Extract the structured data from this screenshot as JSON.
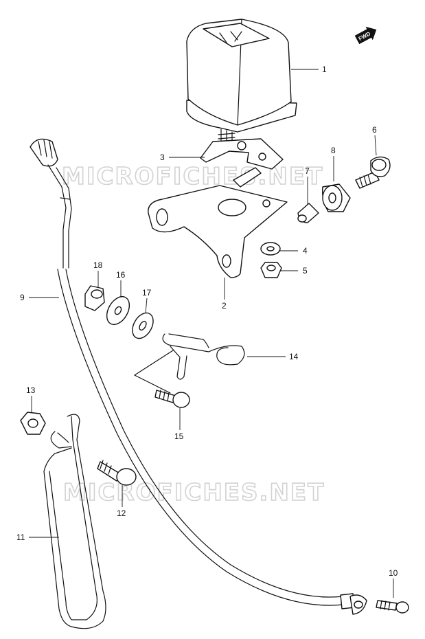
{
  "watermark": "MICROFICHES.NET",
  "direction_label": "FWD",
  "callouts": [
    {
      "id": "1",
      "label": "1"
    },
    {
      "id": "2",
      "label": "2"
    },
    {
      "id": "3",
      "label": "3"
    },
    {
      "id": "4",
      "label": "4"
    },
    {
      "id": "5",
      "label": "5"
    },
    {
      "id": "6",
      "label": "6"
    },
    {
      "id": "7",
      "label": "7"
    },
    {
      "id": "8",
      "label": "8"
    },
    {
      "id": "9",
      "label": "9"
    },
    {
      "id": "10",
      "label": "10"
    },
    {
      "id": "11",
      "label": "11"
    },
    {
      "id": "12",
      "label": "12"
    },
    {
      "id": "13",
      "label": "13"
    },
    {
      "id": "14",
      "label": "14"
    },
    {
      "id": "15",
      "label": "15"
    },
    {
      "id": "16",
      "label": "16"
    },
    {
      "id": "17",
      "label": "17"
    },
    {
      "id": "18",
      "label": "18"
    }
  ]
}
